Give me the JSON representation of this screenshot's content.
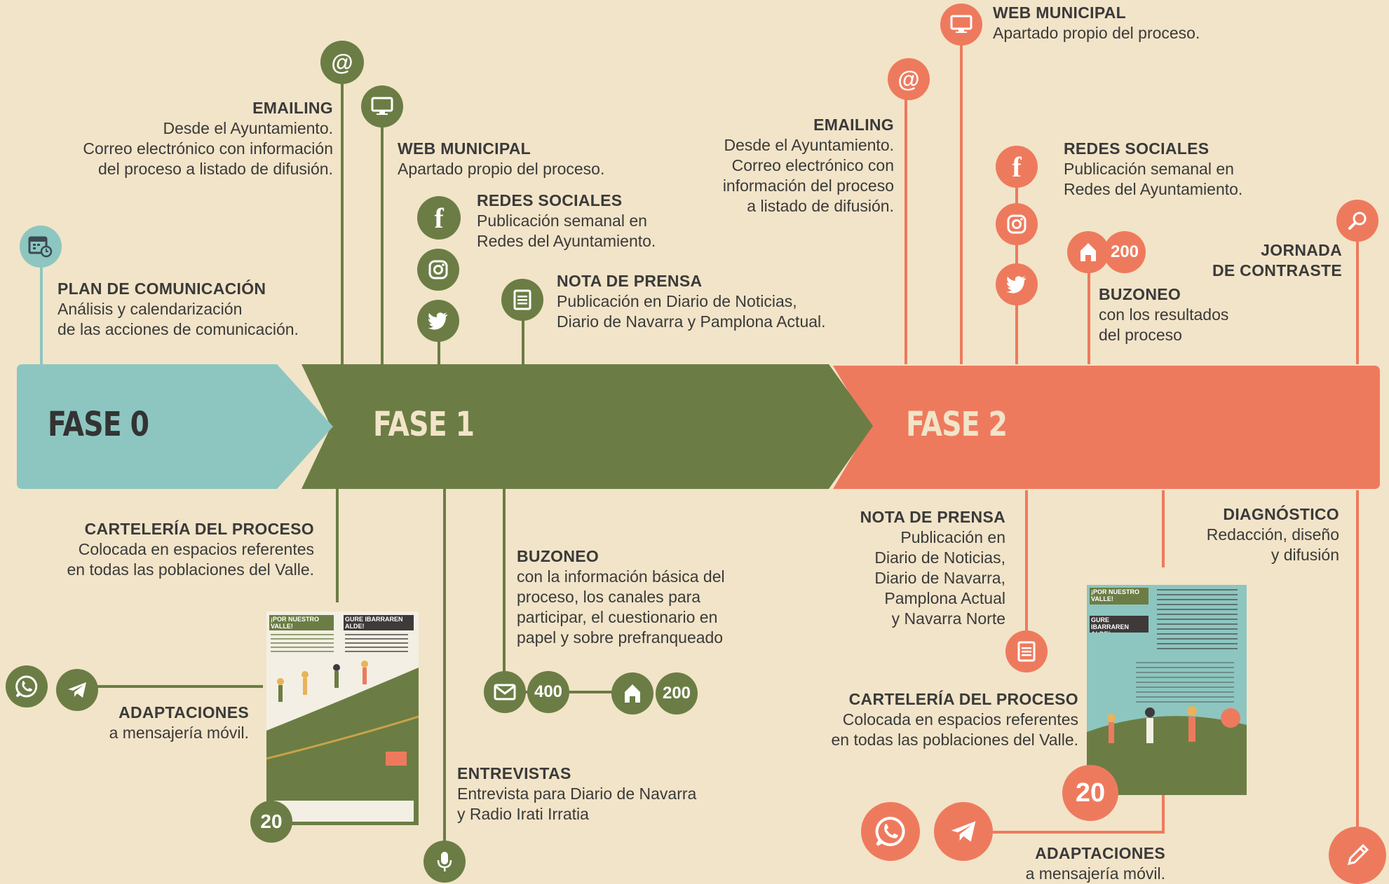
{
  "colors": {
    "background": "#f2e4c8",
    "fase0": "#8dc6c0",
    "fase1": "#6b7d44",
    "fase2": "#ee7a5e",
    "text": "#3a3a3a"
  },
  "phases": {
    "f0": "FASE 0",
    "f1": "FASE 1",
    "f2": "FASE 2"
  },
  "fase0": {
    "plan": {
      "title": "PLAN DE COMUNICACIÓN",
      "lines": [
        "Análisis y calendarización",
        "de las acciones de comunicación."
      ]
    }
  },
  "fase1": {
    "emailing": {
      "title": "EMAILING",
      "lines": [
        "Desde el Ayuntamiento.",
        "Correo electrónico con información",
        "del proceso a listado de difusión."
      ]
    },
    "web": {
      "title": "WEB MUNICIPAL",
      "lines": [
        "Apartado propio del proceso."
      ]
    },
    "redes": {
      "title": "REDES SOCIALES",
      "lines": [
        "Publicación semanal en",
        "Redes del Ayuntamiento."
      ]
    },
    "prensa": {
      "title": "NOTA DE PRENSA",
      "lines": [
        "Publicación en Diario de Noticias,",
        "Diario de Navarra y Pamplona Actual."
      ]
    },
    "carteleria": {
      "title": "CARTELERÍA DEL PROCESO",
      "lines": [
        "Colocada en espacios referentes",
        "en todas las poblaciones del Valle."
      ]
    },
    "adaptaciones": {
      "title": "ADAPTACIONES",
      "lines": [
        "a mensajería móvil."
      ]
    },
    "buzoneo": {
      "title": "BUZONEO",
      "lines": [
        "con la información básica del",
        "proceso, los canales para",
        "participar, el cuestionario en",
        "papel y sobre prefranqueado"
      ],
      "count_mail": "400",
      "count_home": "200"
    },
    "entrevistas": {
      "title": "ENTREVISTAS",
      "lines": [
        "Entrevista para Diario de Navarra",
        "y Radio Irati Irratia"
      ]
    },
    "poster_count": "20",
    "poster": {
      "badge1": "¡POR NUESTRO VALLE!",
      "badge2": "GURE IBARRAREN ALDE!"
    }
  },
  "fase2": {
    "web": {
      "title": "WEB MUNICIPAL",
      "lines": [
        "Apartado propio del proceso."
      ]
    },
    "emailing": {
      "title": "EMAILING",
      "lines": [
        "Desde el Ayuntamiento.",
        "Correo electrónico con",
        "información del proceso",
        "a listado de difusión."
      ]
    },
    "redes": {
      "title": "REDES SOCIALES",
      "lines": [
        "Publicación semanal en",
        "Redes del Ayuntamiento."
      ]
    },
    "buzoneo": {
      "title": "BUZONEO",
      "lines": [
        "con los resultados",
        "del proceso"
      ],
      "count_home": "200"
    },
    "jornada": {
      "title_lines": [
        "JORNADA",
        "DE CONTRASTE"
      ]
    },
    "prensa": {
      "title": "NOTA DE PRENSA",
      "lines": [
        "Publicación en",
        "Diario de Noticias,",
        "Diario de Navarra,",
        "Pamplona Actual",
        "y Navarra Norte"
      ]
    },
    "diagnostico": {
      "title": "DIAGNÓSTICO",
      "lines": [
        "Redacción, diseño",
        "y difusión"
      ]
    },
    "carteleria": {
      "title": "CARTELERÍA DEL PROCESO",
      "lines": [
        "Colocada en espacios referentes",
        "en todas las poblaciones del Valle."
      ]
    },
    "adaptaciones": {
      "title": "ADAPTACIONES",
      "lines": [
        "a mensajería móvil."
      ]
    },
    "poster_count": "20",
    "poster": {
      "badge1": "¡POR NUESTRO VALLE!",
      "badge2": "GURE IBARRAREN ALDE!"
    }
  },
  "icons": [
    "calendar-icon",
    "at-icon",
    "monitor-icon",
    "facebook-icon",
    "instagram-icon",
    "twitter-icon",
    "document-icon",
    "mail-icon",
    "home-icon",
    "whatsapp-icon",
    "telegram-icon",
    "microphone-icon",
    "search-icon",
    "pencil-icon"
  ]
}
